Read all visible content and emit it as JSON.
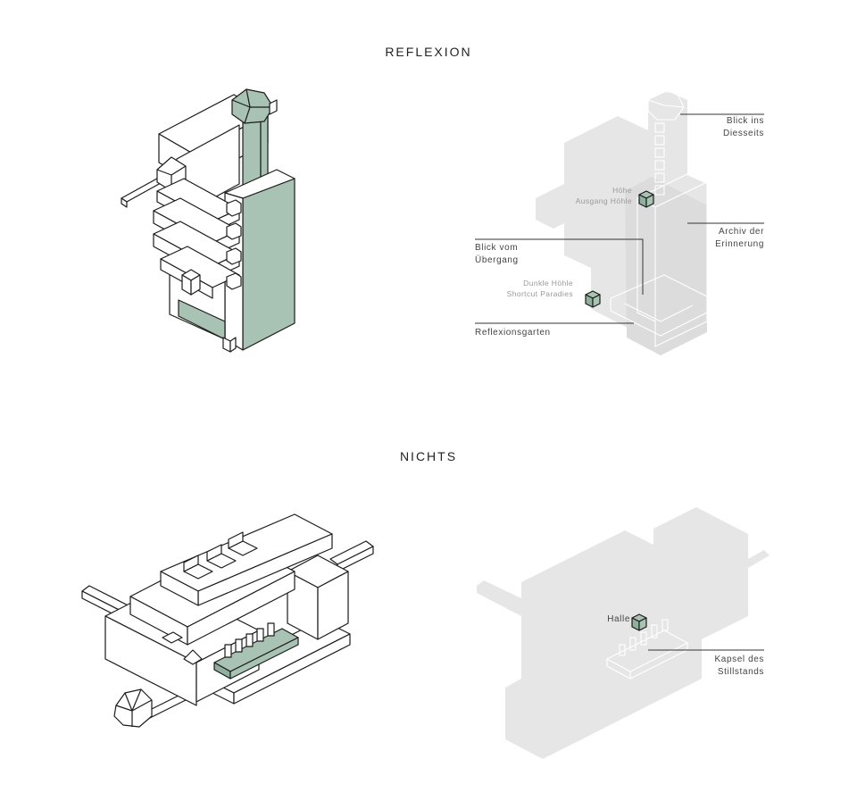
{
  "sections": [
    {
      "title": "REFLEXION"
    },
    {
      "title": "NICHTS"
    }
  ],
  "labels": {
    "blick_ins_diesseits": [
      "Blick ins",
      "Diesseits"
    ],
    "hoehe_ausgang_hoehle": [
      "Höhe",
      "Ausgang Höhle"
    ],
    "archiv_der_erinnerung": [
      "Archiv der",
      "Erinnerung"
    ],
    "blick_vom_uebergang": [
      "Blick vom",
      "Übergang"
    ],
    "dunkle_hoehle": [
      "Dunkle Höhle",
      "Shortcut Paradies"
    ],
    "reflexionsgarten": "Reflexionsgarten",
    "halle": "Halle",
    "kapsel_des_stillstands": [
      "Kapsel des",
      "Stillstands"
    ]
  },
  "colors": {
    "accent_green": "#a8c3b3",
    "shadow_grey": "#e6e6e6",
    "line": "#1c1c1c"
  }
}
